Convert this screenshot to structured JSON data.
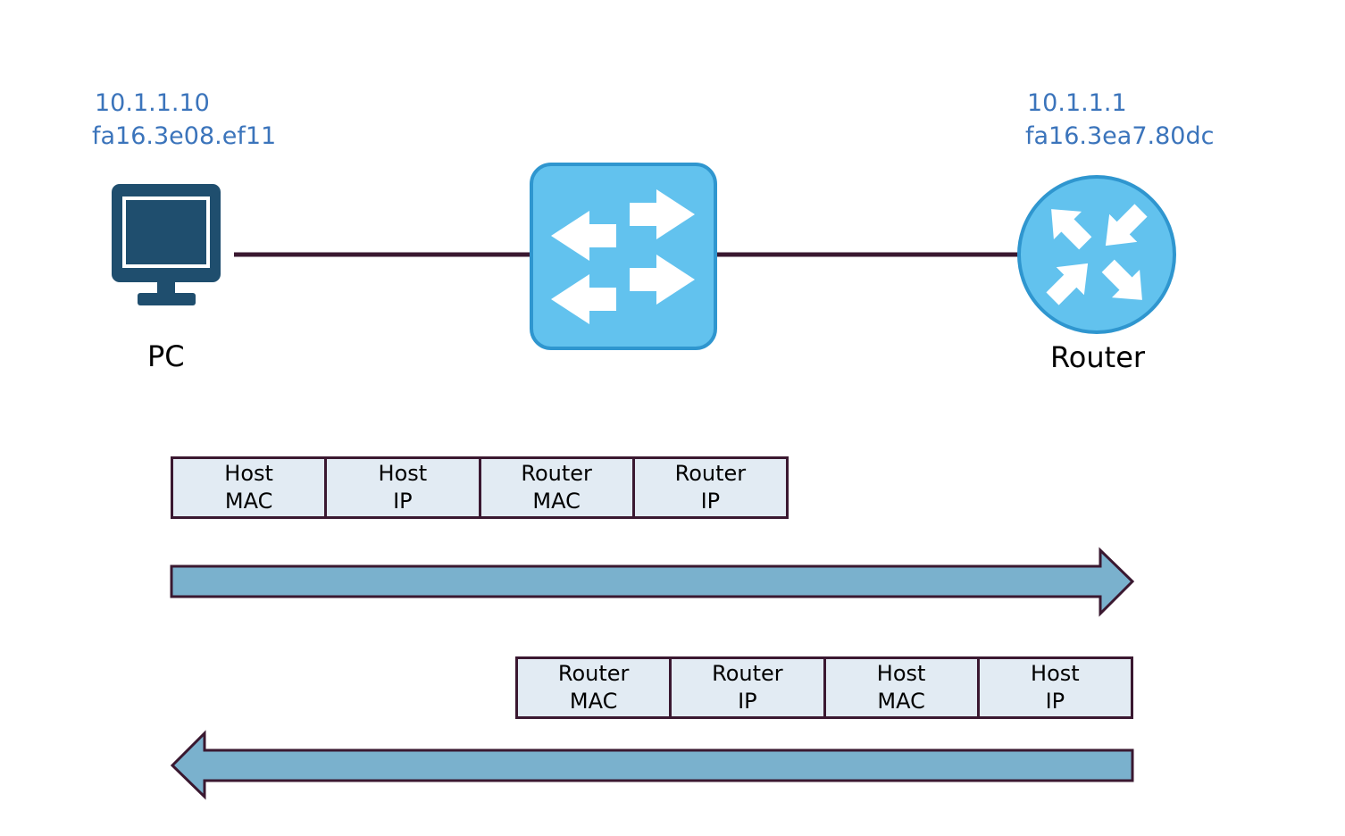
{
  "pc": {
    "ip": "10.1.1.10",
    "mac": "fa16.3e08.ef11",
    "label": "PC",
    "icon": "desktop-monitor-icon"
  },
  "switch": {
    "icon": "switch-arrows-icon"
  },
  "router": {
    "ip": "10.1.1.1",
    "mac": "fa16.3ea7.80dc",
    "label": "Router",
    "icon": "router-arrows-icon"
  },
  "frames": [
    {
      "direction": "right",
      "cells": [
        {
          "line1": "Host",
          "line2": "MAC"
        },
        {
          "line1": "Host",
          "line2": "IP"
        },
        {
          "line1": "Router",
          "line2": "MAC"
        },
        {
          "line1": "Router",
          "line2": "IP"
        }
      ]
    },
    {
      "direction": "left",
      "cells": [
        {
          "line1": "Router",
          "line2": "MAC"
        },
        {
          "line1": "Router",
          "line2": "IP"
        },
        {
          "line1": "Host",
          "line2": "MAC"
        },
        {
          "line1": "Host",
          "line2": "IP"
        }
      ]
    }
  ],
  "colors": {
    "address_text": "#3b74bb",
    "device_blue": "#62c2ee",
    "pc_dark": "#1f4e6e",
    "link": "#3a1830",
    "arrow_fill": "#7ab1cd",
    "frame_fill": "#e2ebf3"
  }
}
